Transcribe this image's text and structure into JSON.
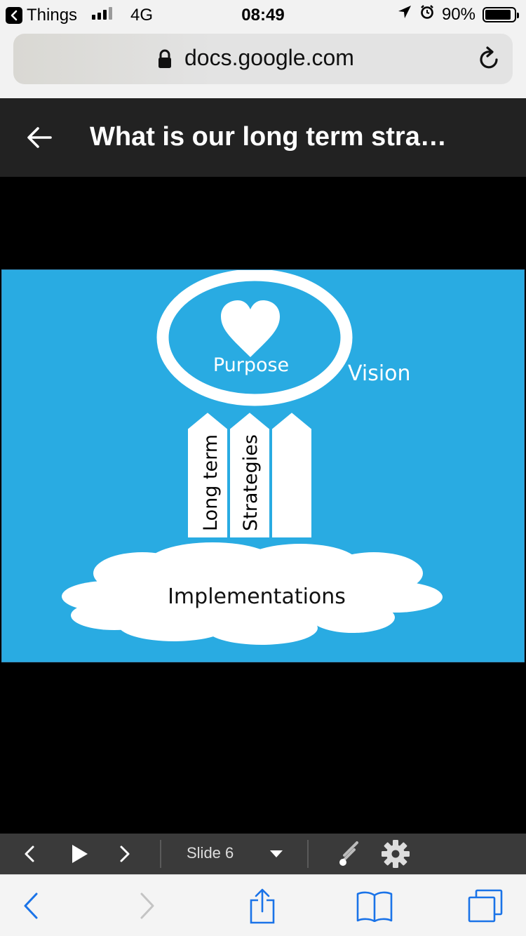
{
  "status_bar": {
    "back_app_label": "Things",
    "network": "4G",
    "time": "08:49",
    "battery_percent_label": "90%",
    "battery_level": 0.9,
    "signal_bars": 4,
    "signal_bars_active": 3
  },
  "browser": {
    "url": "docs.google.com"
  },
  "doc": {
    "title": "What is our long term stra…"
  },
  "slide": {
    "background_color": "#29abe2",
    "purpose": "Purpose",
    "vision": "Vision",
    "pillar_1": "Long term",
    "pillar_2": "Strategies",
    "foundation": "Implementations"
  },
  "slide_toolbar": {
    "slide_label": "Slide 6"
  },
  "icons": {
    "status": [
      "back-app-icon",
      "signal-icon",
      "location-icon",
      "alarm-icon",
      "battery-icon"
    ],
    "browser": [
      "lock-icon",
      "reload-icon"
    ],
    "header": [
      "back-arrow-icon"
    ],
    "slide_toolbar": [
      "prev-slide-icon",
      "play-icon",
      "next-slide-icon",
      "chevron-down-icon",
      "laser-pointer-icon",
      "gear-icon"
    ],
    "safari": [
      "back-icon",
      "forward-icon",
      "share-icon",
      "bookmarks-icon",
      "tabs-icon"
    ]
  }
}
